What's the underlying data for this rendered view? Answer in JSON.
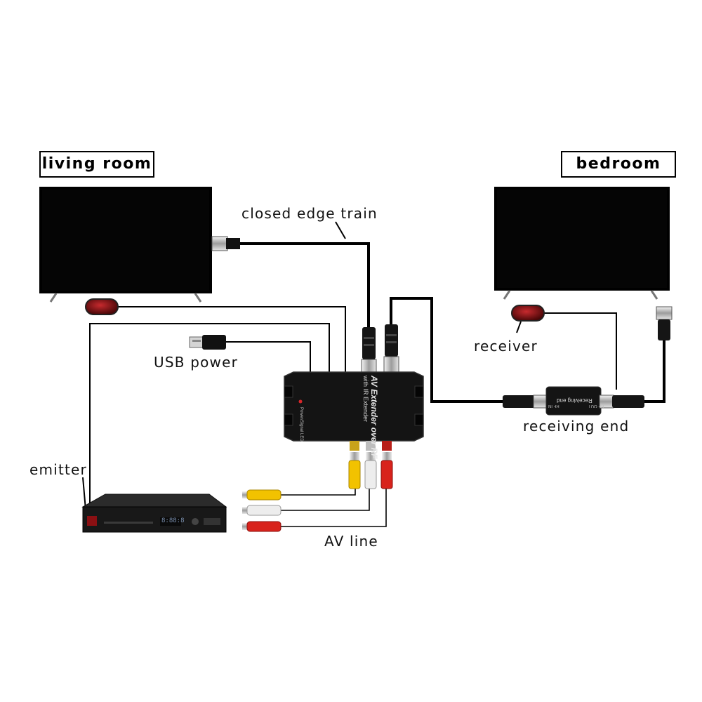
{
  "rooms": {
    "living": "living room",
    "bed": "bedroom"
  },
  "labels": {
    "closed_edge_train": "closed edge train",
    "usb_power": "USB power",
    "receiver": "receiver",
    "receiving_end": "receiving end",
    "emitter": "emitter",
    "av_line": "AV line"
  },
  "device": {
    "title": "AV Extender over RF",
    "subtitle": "with IR Extender",
    "led_label": "Power/Signal LED"
  },
  "receiver_box": {
    "title": "Receiving end",
    "port_left": "RF IN",
    "port_right": "RF OUT"
  },
  "dvd": {
    "display": "8:88:8"
  },
  "colors": {
    "cable": "#000000",
    "rca_yellow": "#f2c200",
    "rca_white": "#e9e9e9",
    "rca_red": "#d8231c",
    "ir_red": "#8a0f12"
  }
}
